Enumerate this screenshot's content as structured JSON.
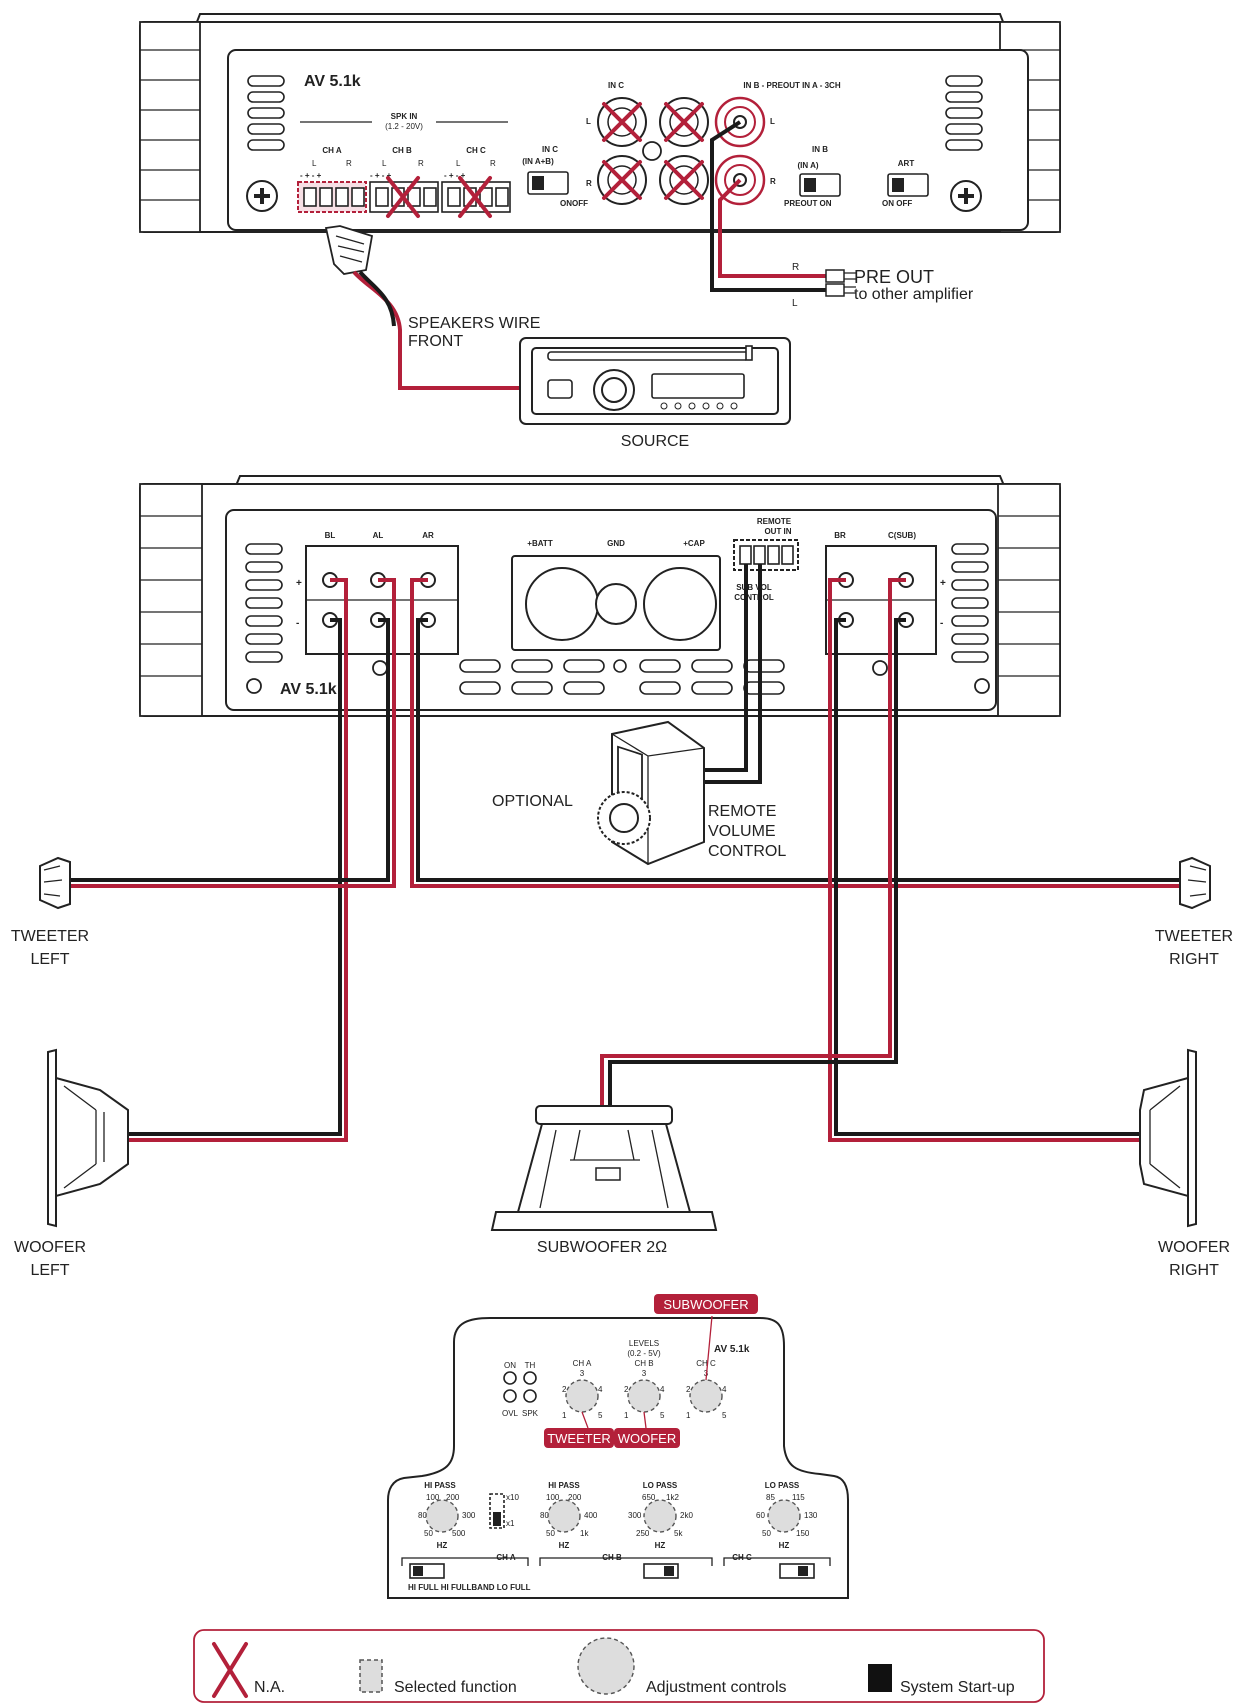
{
  "amp_top": {
    "model": "AV 5.1k",
    "spk_in": "SPK IN",
    "spk_in_range": "(1.2 - 20V)",
    "channels": [
      "CH A",
      "CH B",
      "CH C"
    ],
    "lr": [
      "L",
      "R"
    ],
    "terminal_signs": "- + - +",
    "in_c_switch": "IN C",
    "in_c_switch_sub": "(IN A+B)",
    "in_c_switch_pos": "ONOFF",
    "in_c_rca": "IN C",
    "in_b_preout": "IN B - PREOUT IN A - 3CH",
    "in_b": "IN B",
    "in_b_sub": "(IN A)",
    "in_b_pos": "PREOUT  ON",
    "art": "ART",
    "art_pos": "ON      OFF",
    "rca_l": "L",
    "rca_r": "R"
  },
  "pre_out": {
    "r": "R",
    "l": "L",
    "title": "PRE OUT",
    "subtitle": "to other amplifier"
  },
  "speakers_wire": [
    "SPEAKERS WIRE",
    "FRONT"
  ],
  "source": "SOURCE",
  "amp_bottom": {
    "model": "AV 5.1k",
    "bl": "BL",
    "al": "AL",
    "ar": "AR",
    "br": "BR",
    "csub": "C(SUB)",
    "batt": "+BATT",
    "gnd": "GND",
    "cap": "+CAP",
    "remote": "REMOTE",
    "out_in": "OUT  IN",
    "sub_vol": "SUB VOL",
    "control": "CONTROL",
    "plus": "+",
    "minus": "-"
  },
  "optional": "OPTIONAL",
  "remote_volume": [
    "REMOTE",
    "VOLUME",
    "CONTROL"
  ],
  "tweeter_left": [
    "TWEETER",
    "LEFT"
  ],
  "tweeter_right": [
    "TWEETER",
    "RIGHT"
  ],
  "woofer_left": [
    "WOOFER",
    "LEFT"
  ],
  "woofer_right": [
    "WOOFER",
    "RIGHT"
  ],
  "subwoofer": "SUBWOOFER 2Ω",
  "panel": {
    "model": "AV 5.1k",
    "levels": "LEVELS",
    "levels_range": "(0.2 - 5V)",
    "on": "ON",
    "th": "TH",
    "ovl": "OVL",
    "spk": "SPK",
    "ch_a": "CH A",
    "ch_b": "CH B",
    "ch_c": "CH C",
    "level_marks": [
      "3",
      "2",
      "4",
      "1",
      "5"
    ],
    "hi_pass": "HI PASS",
    "lo_pass": "LO PASS",
    "hz": "HZ",
    "hp_a_marks": [
      "100",
      "200",
      "80",
      "300",
      "50",
      "500"
    ],
    "hp_b_marks": [
      "100",
      "200",
      "80",
      "400",
      "50",
      "1k"
    ],
    "lp_b_marks": [
      "650",
      "1k2",
      "300",
      "2k0",
      "250",
      "5k"
    ],
    "lp_c_marks": [
      "85",
      "115",
      "60",
      "130",
      "50",
      "150"
    ],
    "x10": "x10",
    "x1": "x1",
    "mode_labels": "HI FULL HI FULLBAND LO FULL",
    "subwoofer_tag": "SUBWOOFER",
    "tweeter_tag": "TWEETER",
    "woofer_tag": "WOOFER"
  },
  "legend": {
    "na": "N.A.",
    "selected": "Selected function",
    "adjustment": "Adjustment controls",
    "startup": "System Start-up"
  },
  "colors": {
    "wire_positive": "#b3203a",
    "wire_negative": "#1a1a1a"
  }
}
